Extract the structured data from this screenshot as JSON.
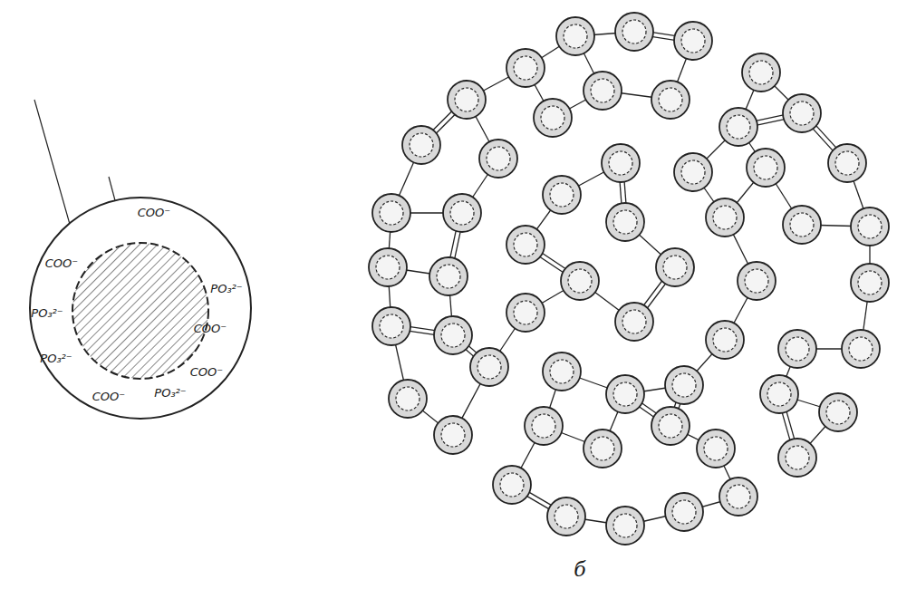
{
  "diagram": {
    "nodes": [
      {
        "text": [
          "COO⁻",
          "COO⁻",
          "PO₃²⁻",
          "PO₃²⁻",
          "COO⁻",
          "PO₃²⁻",
          "COO⁻",
          "COO⁻",
          "PO₃²⁻"
        ]
      }
    ],
    "labels": [
      "б"
    ]
  }
}
